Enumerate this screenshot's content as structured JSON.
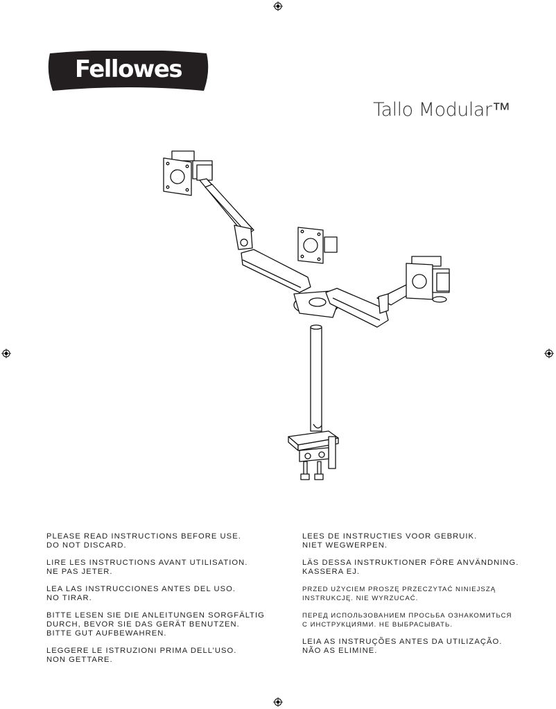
{
  "brand": {
    "name": "Fellowes",
    "color": "#231f20"
  },
  "product": {
    "title": "Tallo Modular™"
  },
  "instructions": {
    "left": [
      {
        "lines": [
          "PLEASE READ INSTRUCTIONS BEFORE USE.",
          "DO NOT DISCARD."
        ]
      },
      {
        "lines": [
          "LIRE LES INSTRUCTIONS AVANT UTILISATION.",
          "NE PAS JETER."
        ]
      },
      {
        "lines": [
          "LEA LAS INSTRUCCIONES ANTES DEL USO.",
          "NO TIRAR."
        ]
      },
      {
        "lines": [
          "BITTE LESEN SIE DIE ANLEITUNGEN SORGFÄLTIG",
          "DURCH, BEVOR SIE DAS GERÄT BENUTZEN.",
          "BITTE GUT AUFBEWAHREN."
        ]
      },
      {
        "lines": [
          "LEGGERE LE ISTRUZIONI PRIMA DELL’USO.",
          "NON GETTARE."
        ]
      }
    ],
    "right": [
      {
        "lines": [
          "LEES DE INSTRUCTIES VOOR GEBRUIK.",
          "NIET WEGWERPEN."
        ]
      },
      {
        "lines": [
          "LÄS DESSA INSTRUKTIONER FÖRE ANVÄNDNING.",
          "KASSERA EJ."
        ]
      },
      {
        "lines": [
          "PRZED UŻYCIEM PROSZĘ PRZECZYTAĆ NINIEJSZĄ",
          "INSTRUKCJĘ. NIE WYRZUCAĆ."
        ]
      },
      {
        "lines": [
          "ПЕРЕД ИСПОЛЬЗОВАНИЕМ ПРОСЬБА ОЗНАКОМИТЬСЯ",
          "С ИНСТРУКЦИЯМИ. НЕ ВЫБРАСЫВАТЬ."
        ]
      },
      {
        "lines": [
          "LEIA AS INSTRUÇÕES ANTES DA UTILIZAÇÃO.",
          "NÃO AS ELIMINE."
        ]
      }
    ]
  }
}
